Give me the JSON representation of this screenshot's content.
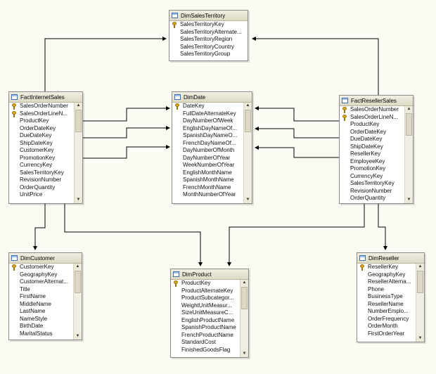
{
  "tables": {
    "dimsalesterritory": {
      "title": "DimSalesTerritory",
      "columns": [
        {
          "name": "SalesTerritoryKey",
          "key": true
        },
        {
          "name": "SalesTerritoryAlternate...",
          "key": false
        },
        {
          "name": "SalesTerritoryRegion",
          "key": false
        },
        {
          "name": "SalesTerritoryCountry",
          "key": false
        },
        {
          "name": "SalesTerritoryGroup",
          "key": false
        }
      ]
    },
    "factinternetsales": {
      "title": "FactInternetSales",
      "columns": [
        {
          "name": "SalesOrderNumber",
          "key": true
        },
        {
          "name": "SalesOrderLineN...",
          "key": true
        },
        {
          "name": "ProductKey",
          "key": false
        },
        {
          "name": "OrderDateKey",
          "key": false
        },
        {
          "name": "DueDateKey",
          "key": false
        },
        {
          "name": "ShipDateKey",
          "key": false
        },
        {
          "name": "CustomerKey",
          "key": false
        },
        {
          "name": "PromotionKey",
          "key": false
        },
        {
          "name": "CurrencyKey",
          "key": false
        },
        {
          "name": "SalesTerritoryKey",
          "key": false
        },
        {
          "name": "RevisionNumber",
          "key": false
        },
        {
          "name": "OrderQuantity",
          "key": false
        },
        {
          "name": "UnitPrice",
          "key": false
        }
      ]
    },
    "dimdate": {
      "title": "DimDate",
      "columns": [
        {
          "name": "DateKey",
          "key": true
        },
        {
          "name": "FullDateAlternateKey",
          "key": false
        },
        {
          "name": "DayNumberOfWeek",
          "key": false
        },
        {
          "name": "EnglishDayNameOf...",
          "key": false
        },
        {
          "name": "SpanishDayNameO...",
          "key": false
        },
        {
          "name": "FrenchDayNameOf...",
          "key": false
        },
        {
          "name": "DayNumberOfMonth",
          "key": false
        },
        {
          "name": "DayNumberOfYear",
          "key": false
        },
        {
          "name": "WeekNumberOfYear",
          "key": false
        },
        {
          "name": "EnglishMonthName",
          "key": false
        },
        {
          "name": "SpanishMonthName",
          "key": false
        },
        {
          "name": "FrenchMonthName",
          "key": false
        },
        {
          "name": "MonthNumberOfYear",
          "key": false
        }
      ]
    },
    "factresellersales": {
      "title": "FactResellerSales",
      "columns": [
        {
          "name": "SalesOrderNumber",
          "key": true
        },
        {
          "name": "SalesOrderLineN...",
          "key": true
        },
        {
          "name": "ProductKey",
          "key": false
        },
        {
          "name": "OrderDateKey",
          "key": false
        },
        {
          "name": "DueDateKey",
          "key": false
        },
        {
          "name": "ShipDateKey",
          "key": false
        },
        {
          "name": "ResellerKey",
          "key": false
        },
        {
          "name": "EmployeeKey",
          "key": false
        },
        {
          "name": "PromotionKey",
          "key": false
        },
        {
          "name": "CurrencyKey",
          "key": false
        },
        {
          "name": "SalesTerritoryKey",
          "key": false
        },
        {
          "name": "RevisionNumber",
          "key": false
        },
        {
          "name": "OrderQuantity",
          "key": false
        }
      ]
    },
    "dimcustomer": {
      "title": "DimCustomer",
      "columns": [
        {
          "name": "CustomerKey",
          "key": true
        },
        {
          "name": "GeographyKey",
          "key": false
        },
        {
          "name": "CustomerAlternat...",
          "key": false
        },
        {
          "name": "Title",
          "key": false
        },
        {
          "name": "FirstName",
          "key": false
        },
        {
          "name": "MiddleName",
          "key": false
        },
        {
          "name": "LastName",
          "key": false
        },
        {
          "name": "NameStyle",
          "key": false
        },
        {
          "name": "BirthDate",
          "key": false
        },
        {
          "name": "MaritalStatus",
          "key": false
        }
      ]
    },
    "dimproduct": {
      "title": "DimProduct",
      "columns": [
        {
          "name": "ProductKey",
          "key": true
        },
        {
          "name": "ProductAlternateKey",
          "key": false
        },
        {
          "name": "ProductSubcategor...",
          "key": false
        },
        {
          "name": "WeightUnitMeasur...",
          "key": false
        },
        {
          "name": "SizeUnitMeasureC...",
          "key": false
        },
        {
          "name": "EnglishProductName",
          "key": false
        },
        {
          "name": "SpanishProductName",
          "key": false
        },
        {
          "name": "FrenchProductName",
          "key": false
        },
        {
          "name": "StandardCost",
          "key": false
        },
        {
          "name": "FinishedGoodsFlag",
          "key": false
        }
      ]
    },
    "dimreseller": {
      "title": "DimReseller",
      "columns": [
        {
          "name": "ResellerKey",
          "key": true
        },
        {
          "name": "GeographyKey",
          "key": false
        },
        {
          "name": "ResellerAlterna...",
          "key": false
        },
        {
          "name": "Phone",
          "key": false
        },
        {
          "name": "BusinessType",
          "key": false
        },
        {
          "name": "ResellerName",
          "key": false
        },
        {
          "name": "NumberEmplo...",
          "key": false
        },
        {
          "name": "OrderFrequency",
          "key": false
        },
        {
          "name": "OrderMonth",
          "key": false
        },
        {
          "name": "FirstOrderYear",
          "key": false
        }
      ]
    }
  },
  "colors": {
    "background": "#fbfbf4",
    "connector": "#000000",
    "key_icon": "#d8a81e"
  }
}
